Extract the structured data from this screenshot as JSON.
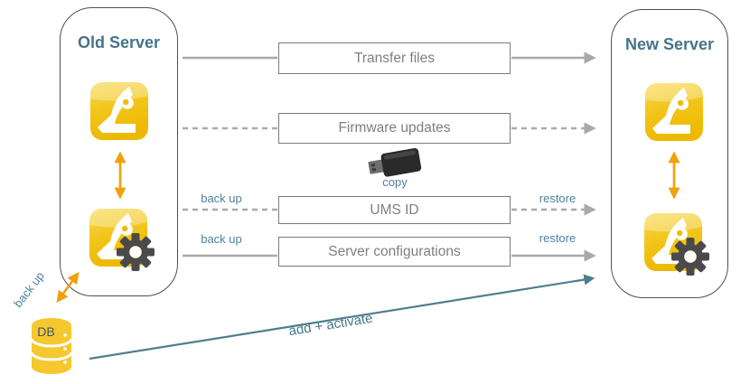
{
  "old_server": {
    "title": "Old Server"
  },
  "new_server": {
    "title": "New Server"
  },
  "rows": [
    {
      "label": "Transfer files",
      "line_style": "solid"
    },
    {
      "label": "Firmware updates",
      "line_style": "dashed"
    },
    {
      "label": "UMS ID",
      "line_style": "dashed",
      "left_label": "back up",
      "right_label": "restore"
    },
    {
      "label": "Server configurations",
      "line_style": "solid",
      "left_label": "back up",
      "right_label": "restore"
    }
  ],
  "usb": {
    "caption": "copy"
  },
  "db": {
    "label": "DB",
    "link_label": "back up"
  },
  "bottom_arrow": {
    "label": "add + activate"
  },
  "icons": {
    "ums_app": "ums-app-icon",
    "ums_config": "ums-config-gear-icon",
    "usb_stick": "usb-stick-icon",
    "database": "database-cylinder-icon"
  },
  "colors": {
    "title_teal": "#46738A",
    "label_teal": "#4C82A0",
    "arrow_teal": "#4C7E8E",
    "arrow_orange": "#F2A007",
    "icon_yellow": "#F1C117",
    "db_yellow": "#F6C72E",
    "line_gray": "#A9A9A9",
    "box_border_gray": "#7A7A7A",
    "box_text_gray": "#7F7F7F",
    "gear_gray": "#4A4A4A",
    "usb_black": "#262626"
  }
}
